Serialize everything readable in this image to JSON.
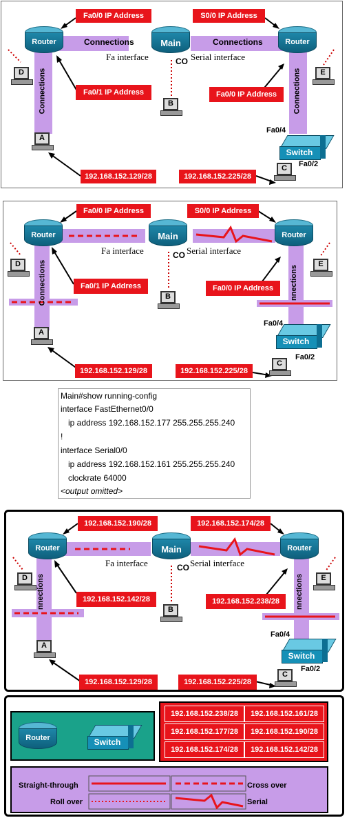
{
  "devices": {
    "router": "Router",
    "main": "Main",
    "switch": "Switch",
    "pc_a": "A",
    "pc_b": "B",
    "pc_c": "C",
    "pc_d": "D",
    "pc_e": "E"
  },
  "diagram1": {
    "fa00_label": "Fa0/0 IP Address",
    "s00_label": "S0/0 IP Address",
    "connections_left": "Connections",
    "connections_right": "Connections",
    "connections_vert_left": "Connections",
    "connections_vert_right": "Connections",
    "fa_interface": "Fa interface",
    "serial_interface": "Serial interface",
    "co": "CO",
    "fa01_label": "Fa0/1 IP Address",
    "fa00_right_label": "Fa0/0 IP Address",
    "fa04": "Fa0/4",
    "fa02": "Fa0/2",
    "ip_a": "192.168.152.129/28",
    "ip_c": "192.168.152.225/28"
  },
  "diagram2": {
    "fa00_label": "Fa0/0 IP Address",
    "s00_label": "S0/0 IP Address",
    "fa_interface": "Fa interface",
    "serial_interface": "Serial interface",
    "co": "CO",
    "fa01_label": "Fa0/1 IP Address",
    "fa00_right_label": "Fa0/0 IP Address",
    "connections_vert_left": "Connections",
    "connections_vert_right": "nnections",
    "fa04": "Fa0/4",
    "fa02": "Fa0/2",
    "ip_a": "192.168.152.129/28",
    "ip_c": "192.168.152.225/28"
  },
  "config": {
    "lines": [
      "Main#show running-config",
      "interface FastEthernet0/0",
      "ip address 192.168.152.177   255.255.255.240",
      "!",
      "interface Serial0/0",
      "ip address 192.168.152.161   255.255.255.240",
      "clockrate 64000",
      "<output omitted>"
    ]
  },
  "diagram3": {
    "top_left_ip": "192.168.152.190/28",
    "top_right_ip": "192.168.152.174/28",
    "fa_interface": "Fa interface",
    "serial_interface": "Serial interface",
    "co": "CO",
    "left_mid_ip": "192.168.152.142/28",
    "right_mid_ip": "192.168.152.238/28",
    "connections_vert_left": "nnections",
    "connections_vert_right": "nnections",
    "fa04": "Fa0/4",
    "fa02": "Fa0/2",
    "ip_a": "192.168.152.129/28",
    "ip_c": "192.168.152.225/28"
  },
  "answers": {
    "ips": [
      "192.168.152.238/28",
      "192.168.152.161/28",
      "192.168.152.177/28",
      "192.168.152.190/28",
      "192.168.152.174/28",
      "192.168.152.142/28"
    ],
    "legend": {
      "straight": "Straight-through",
      "cross": "Cross over",
      "roll": "Roll over",
      "serial": "Serial"
    }
  },
  "colors": {
    "accent_red": "#e8141b",
    "connection_purple": "#c79ce8",
    "tray_green": "#1aa28a"
  }
}
